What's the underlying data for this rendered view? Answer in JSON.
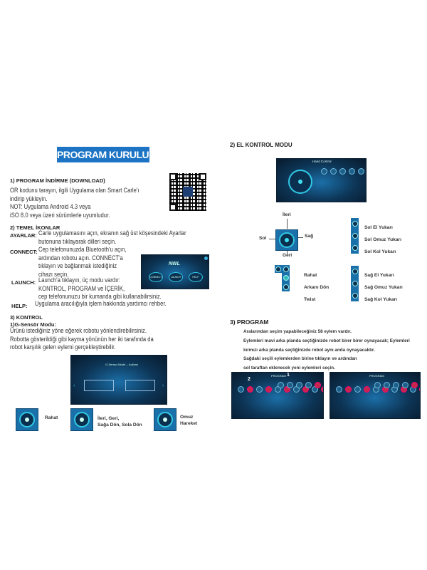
{
  "left": {
    "title": "PROGRAM KURULUMU",
    "download": {
      "heading": "1) PROGRAM İNDİRME (DOWNLOAD)",
      "lines": [
        "OR kodunu tarayın, ilgili Uygulama olan Smart Carle'ı",
        "indirip yükleyin.",
        "NOT: Uygulama Android 4.3 veya",
        "iSO 8.0 veya üzeri sürümlerle uyumludur."
      ]
    },
    "icons": {
      "heading": "2) TEMEL İKONLAR",
      "ayarlar": {
        "key": "AYARLAR:",
        "lines": [
          "Carle uygulamasını açın, ekranın sağ üst köşesindeki Ayarlar",
          "butonuna tıklayarak dilleri seçin."
        ]
      },
      "connect": {
        "key": "CONNECT:",
        "lines": [
          "Cep telefonunuzda Bluetooth'u açın,",
          "ardından robotu açın. CONNECT'a",
          "tıklayın ve bağlanmak istediğiniz",
          "cihazı seçin."
        ]
      },
      "launch": {
        "key": "LAUNCH:",
        "lines": [
          "Launch'a tıklayın, üç modu vardır:",
          "KONTROL, PROGRAM ve İÇERİK,",
          "cep telefonunuzu bir kumanda gibi kullanabilirsiniz."
        ]
      },
      "help": {
        "key": "HELP:",
        "lines": [
          "Uygulama aracılığıyla işlem hakkında yardımcı rehber."
        ]
      },
      "app_screen": {
        "logo": "NWL",
        "buttons": [
          "CONNECT",
          "LAUNCH",
          "HELP"
        ]
      }
    },
    "kontrol": {
      "heading": "3) KONTROL",
      "sub": "1)G-Sensör Modu:",
      "lines": [
        "Ürünü istediğiniz yöne eğerek robotu yönlendirebilirsiniz.",
        "Robotta gösterildiği gibi kayma yönünün her iki tarafında da",
        "robot karşılık gelen eylemi gerçekleştirebilir."
      ],
      "screen_title": "G-Sensor Mode -- Actions",
      "poses": [
        {
          "label": "Rahat"
        },
        {
          "label1": "İleri, Geri,",
          "label2": "Sağa Dön, Sola Dön"
        },
        {
          "label1": "Omuz",
          "label2": "Hareket"
        }
      ]
    }
  },
  "right": {
    "hand": {
      "heading": "2) EL KONTROL MODU",
      "screen_title": "Hand Control",
      "joystick": {
        "up": "İleri",
        "left": "Sol",
        "right": "Sağ",
        "down": "Geri"
      },
      "left_arm": [
        "Sol El Yukarı",
        "Sol Omuz Yukarı",
        "Sol Kol Yukarı"
      ],
      "body": [
        "Rahat",
        "Arkanı Dön",
        "Twist"
      ],
      "right_arm": [
        "Sağ El Yukarı",
        "Sağ Omuz Yukarı",
        "Sağ Kol Yukarı"
      ]
    },
    "program": {
      "heading": "3) PROGRAM",
      "lines": [
        "Aralarından seçim yapabileceğiniz 58 eylem vardır.",
        "Eylemleri mavi arka planda seçtiğinizde robot birer birer oynayacak; Eylemleri",
        "kırmızı arka planda seçtiğinizde robot aynı anda oynayacaktır.",
        "Sağdaki seçili eylemlerden birine tıklayın ve ardından",
        "sol taraftan eklenecek yeni eylemleri seçin."
      ],
      "screen_title": "PROGRAM",
      "markers": [
        "1",
        "2"
      ]
    }
  }
}
